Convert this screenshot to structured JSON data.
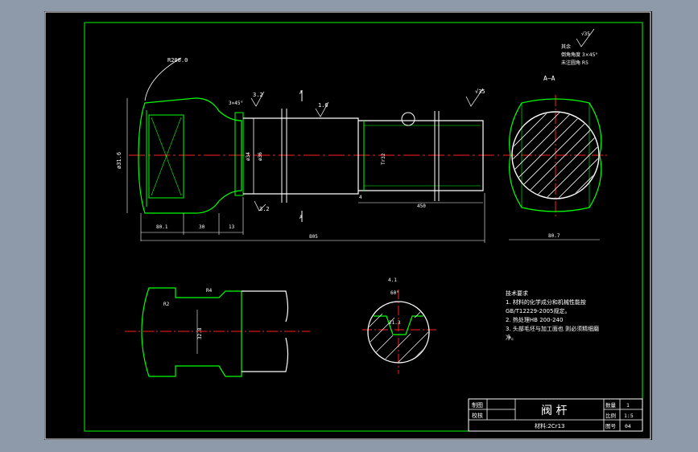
{
  "drawing": {
    "part_name": "阀 杆",
    "material": "材料:2Cr13",
    "title_block": {
      "drawn_label": "制图",
      "checked_label": "校核",
      "quantity_label": "数量",
      "quantity_value": "1",
      "scale_label": "比例",
      "scale_value": "1:5",
      "drawing_no_label": "图号",
      "drawing_no_value": "04"
    },
    "tech_requirements": {
      "title": "技术要求",
      "lines": [
        "1. 材料的化学成分和机械性能按",
        "GB/T12229-2005规定。",
        "2. 热处理HB 200-240",
        "3. 头部毛坯与加工面也 则必须精细磨",
        "净。"
      ]
    },
    "surface_notes": {
      "rough": "√35",
      "line1": "其余",
      "line2": "倒角角度 3×45°",
      "line3": "未注圆角 R5"
    },
    "main_view": {
      "head_radius": "R200.0",
      "phi_head": "ø31.6",
      "chamfer": "3×45°",
      "roughness_a": "3.2",
      "roughness_b": "1.6",
      "roughness_c": "3.2",
      "roughness_d": "√35",
      "section_letter": "A",
      "phi1": "ø34",
      "phi2": "ø36",
      "thread": "Tr32",
      "dim_4": "4",
      "dim_450": "450",
      "dim_80_1": "80.1",
      "dim_30": "30",
      "dim_13": "13",
      "dim_total": "805",
      "roughness_small": "1.6"
    },
    "section_view": {
      "label": "A–A",
      "width": "80.7"
    },
    "detail_view": {
      "r2": "R2",
      "r4": "R4",
      "dim_h": "32.8"
    },
    "groove_view": {
      "depth": "4.1",
      "angle": "60°",
      "width": "21.3"
    }
  }
}
